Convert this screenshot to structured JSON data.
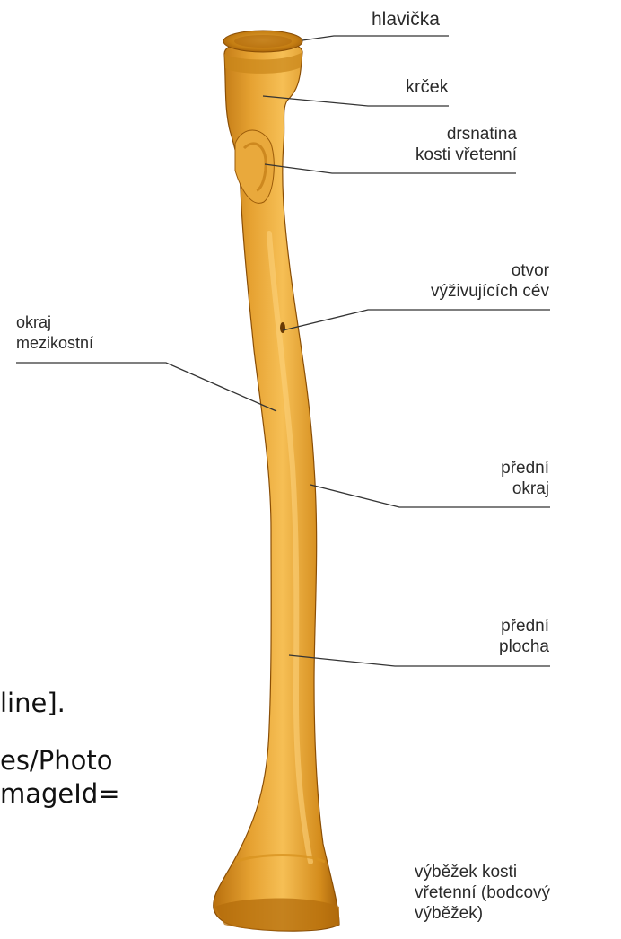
{
  "labels": {
    "hlavicka": "hlavička",
    "krcek": "krček",
    "drsnatina_1": "drsnatina",
    "drsnatina_2": "kosti vřetenní",
    "otvor_1": "otvor",
    "otvor_2": "výživujících cév",
    "okraj_mezi_1": "okraj",
    "okraj_mezi_2": "mezikostní",
    "predni_okraj_1": "přední",
    "predni_okraj_2": "okraj",
    "predni_plocha_1": "přední",
    "predni_plocha_2": "plocha",
    "bodcovy_1": "výběžek kosti",
    "bodcovy_2": "vřetenní (bodcový",
    "bodcovy_3": "výběžek)"
  },
  "fragments": {
    "line1": "line].",
    "line2": "es/Photo",
    "line3": "mageId="
  },
  "colors": {
    "bone_light": "#f2b447",
    "bone_mid": "#d9911f",
    "bone_dark": "#a8600a",
    "leader": "#333333"
  }
}
